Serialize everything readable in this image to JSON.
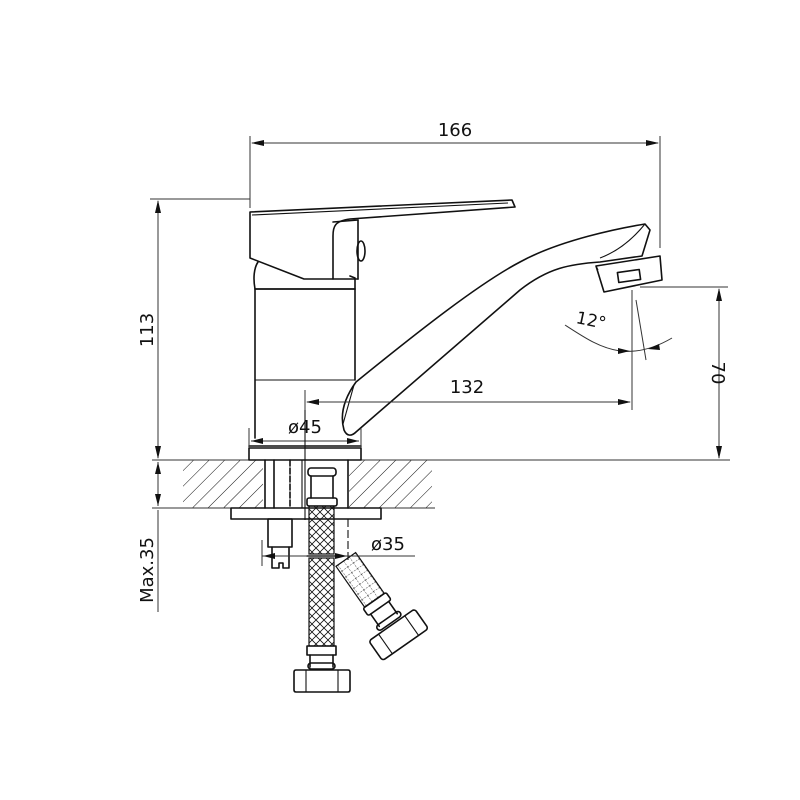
{
  "drawing": {
    "title": "Single-lever basin mixer tap — side elevation with dimensions",
    "units": "mm",
    "colors": {
      "line": "#111111",
      "background": "#ffffff",
      "hatch": "#111111"
    }
  },
  "dimensions": {
    "overall_length": {
      "label": "166",
      "orientation": "horizontal"
    },
    "overall_height": {
      "label": "113",
      "orientation": "vertical"
    },
    "spout_reach": {
      "label": "132",
      "orientation": "horizontal"
    },
    "spout_outlet_height": {
      "label": "70",
      "orientation": "vertical"
    },
    "body_diameter": {
      "label": "ø45",
      "orientation": "horizontal"
    },
    "mounting_hole_diameter": {
      "label": "ø35",
      "orientation": "horizontal"
    },
    "max_counter_thickness": {
      "label": "Max.35",
      "orientation": "vertical"
    },
    "aerator_angle": {
      "label": "12°",
      "orientation": "angular"
    }
  },
  "components": {
    "handle": "lever-handle",
    "body": "mixer-body",
    "spout": "swivel-spout",
    "aerator": "aerator",
    "countertop": "countertop-section",
    "fixing": "mounting-stud",
    "hoses": [
      "flexible-hose-straight",
      "flexible-hose-angled"
    ]
  }
}
